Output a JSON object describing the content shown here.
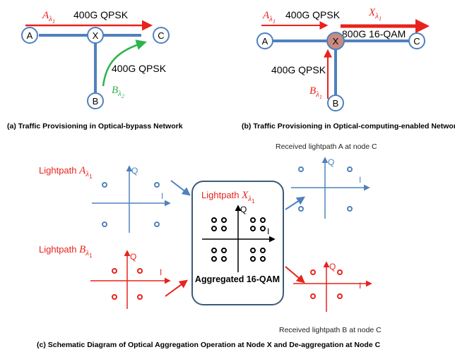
{
  "panel_a": {
    "nodes": {
      "a": "A",
      "x": "X",
      "c": "C",
      "b": "B"
    },
    "path_a_label": {
      "base": "A",
      "sub": "λ",
      "subsub": "1"
    },
    "path_a_rate": "400G QPSK",
    "path_b_rate": "400G QPSK",
    "path_b_label": {
      "base": "B",
      "sub": "λ",
      "subsub": "2"
    },
    "caption": "(a) Traffic Provisioning in Optical-bypass Network"
  },
  "panel_b": {
    "nodes": {
      "a": "A",
      "x": "X",
      "c": "C",
      "b": "B"
    },
    "path_a_label": {
      "base": "A",
      "sub": "λ",
      "subsub": "1"
    },
    "path_a_rate": "400G QPSK",
    "path_x_label": {
      "base": "X",
      "sub": "λ",
      "subsub": "1"
    },
    "path_x_rate": "800G 16-QAM",
    "path_b_rate": "400G QPSK",
    "path_b_label": {
      "base": "B",
      "sub": "λ",
      "subsub": "1"
    },
    "caption": "(b) Traffic Provisioning in Optical-computing-enabled Network"
  },
  "panel_c": {
    "lightpath_a": {
      "prefix": "Lightpath",
      "base": "A",
      "sub": "λ",
      "subsub": "1",
      "axis_i": "I",
      "axis_q": "Q"
    },
    "lightpath_b": {
      "prefix": "Lightpath",
      "base": "B",
      "sub": "λ",
      "subsub": "1",
      "axis_i": "I",
      "axis_q": "Q"
    },
    "aggregate": {
      "prefix": "Lightpath",
      "base": "X",
      "sub": "λ",
      "subsub": "1",
      "axis_i": "I",
      "axis_q": "Q",
      "label": "Aggregated 16-QAM"
    },
    "received_a": {
      "label": "Received lightpath A at node C",
      "axis_i": "I",
      "axis_q": "Q"
    },
    "received_b": {
      "label": "Received lightpath B at node C",
      "axis_i": "I",
      "axis_q": "Q"
    },
    "caption": "(c) Schematic Diagram of Optical Aggregation Operation at Node X and De-aggregation at Node C"
  },
  "colors": {
    "red": "#e8231c",
    "green": "#2eb34a",
    "blue": "#4f81bd",
    "link": "#4f81bd",
    "node_x_fill": "#c98a80",
    "black": "#000000"
  }
}
